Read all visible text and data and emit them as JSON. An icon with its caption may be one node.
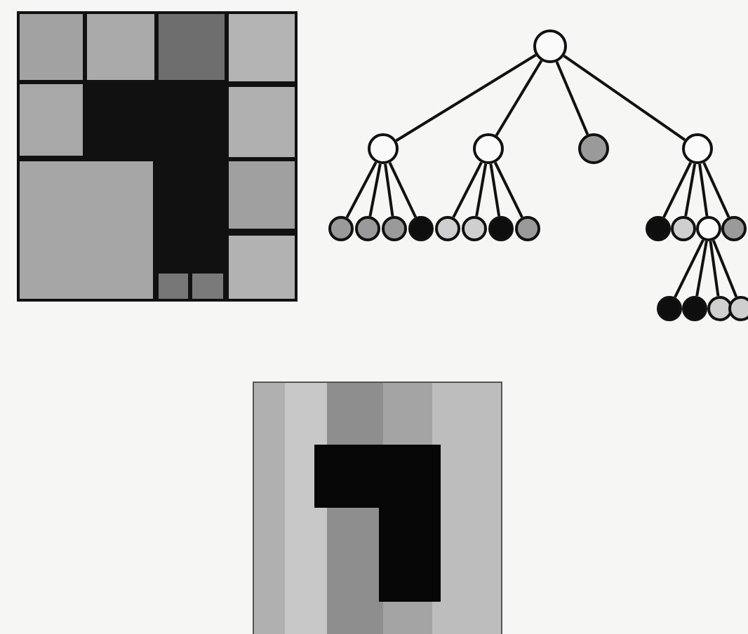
{
  "diagram": {
    "nodes": [
      {
        "text": [],
        "shape": "circle"
      },
      {
        "text": [],
        "shape": "circle"
      },
      {
        "text": [],
        "shape": "circle"
      },
      {
        "text": [],
        "shape": "circle"
      },
      {
        "text": [],
        "shape": "circle"
      },
      {
        "text": [],
        "shape": "circle"
      },
      {
        "text": [],
        "shape": "circle"
      },
      {
        "text": [],
        "shape": "circle"
      },
      {
        "text": [],
        "shape": "circle"
      },
      {
        "text": [],
        "shape": "circle"
      },
      {
        "text": [],
        "shape": "circle"
      },
      {
        "text": [],
        "shape": "circle"
      },
      {
        "text": [],
        "shape": "circle"
      },
      {
        "text": [],
        "shape": "circle"
      },
      {
        "text": [],
        "shape": "circle"
      },
      {
        "text": [],
        "shape": "circle"
      },
      {
        "text": [],
        "shape": "circle"
      },
      {
        "text": [],
        "shape": "circle"
      },
      {
        "text": [],
        "shape": "circle"
      },
      {
        "text": [],
        "shape": "circle"
      },
      {
        "text": [],
        "shape": "circle"
      }
    ],
    "edges": [
      {
        "from": 0,
        "to": 1,
        "arrow": "none"
      },
      {
        "from": 0,
        "to": 2,
        "arrow": "none"
      },
      {
        "from": 0,
        "to": 3,
        "arrow": "none"
      },
      {
        "from": 0,
        "to": 4,
        "arrow": "none"
      },
      {
        "from": 1,
        "to": 5,
        "arrow": "none"
      },
      {
        "from": 1,
        "to": 6,
        "arrow": "none"
      },
      {
        "from": 1,
        "to": 7,
        "arrow": "none"
      },
      {
        "from": 1,
        "to": 8,
        "arrow": "none"
      },
      {
        "from": 2,
        "to": 9,
        "arrow": "none"
      },
      {
        "from": 2,
        "to": 10,
        "arrow": "none"
      },
      {
        "from": 2,
        "to": 11,
        "arrow": "none"
      },
      {
        "from": 2,
        "to": 12,
        "arrow": "none"
      },
      {
        "from": 4,
        "to": 13,
        "arrow": "none"
      },
      {
        "from": 4,
        "to": 14,
        "arrow": "none"
      },
      {
        "from": 4,
        "to": 15,
        "arrow": "none"
      },
      {
        "from": 4,
        "to": 16,
        "arrow": "none"
      },
      {
        "from": 15,
        "to": 17,
        "arrow": "none"
      },
      {
        "from": 15,
        "to": 18,
        "arrow": "none"
      },
      {
        "from": 15,
        "to": 19,
        "arrow": "none"
      },
      {
        "from": 15,
        "to": 20,
        "arrow": "none"
      }
    ]
  }
}
